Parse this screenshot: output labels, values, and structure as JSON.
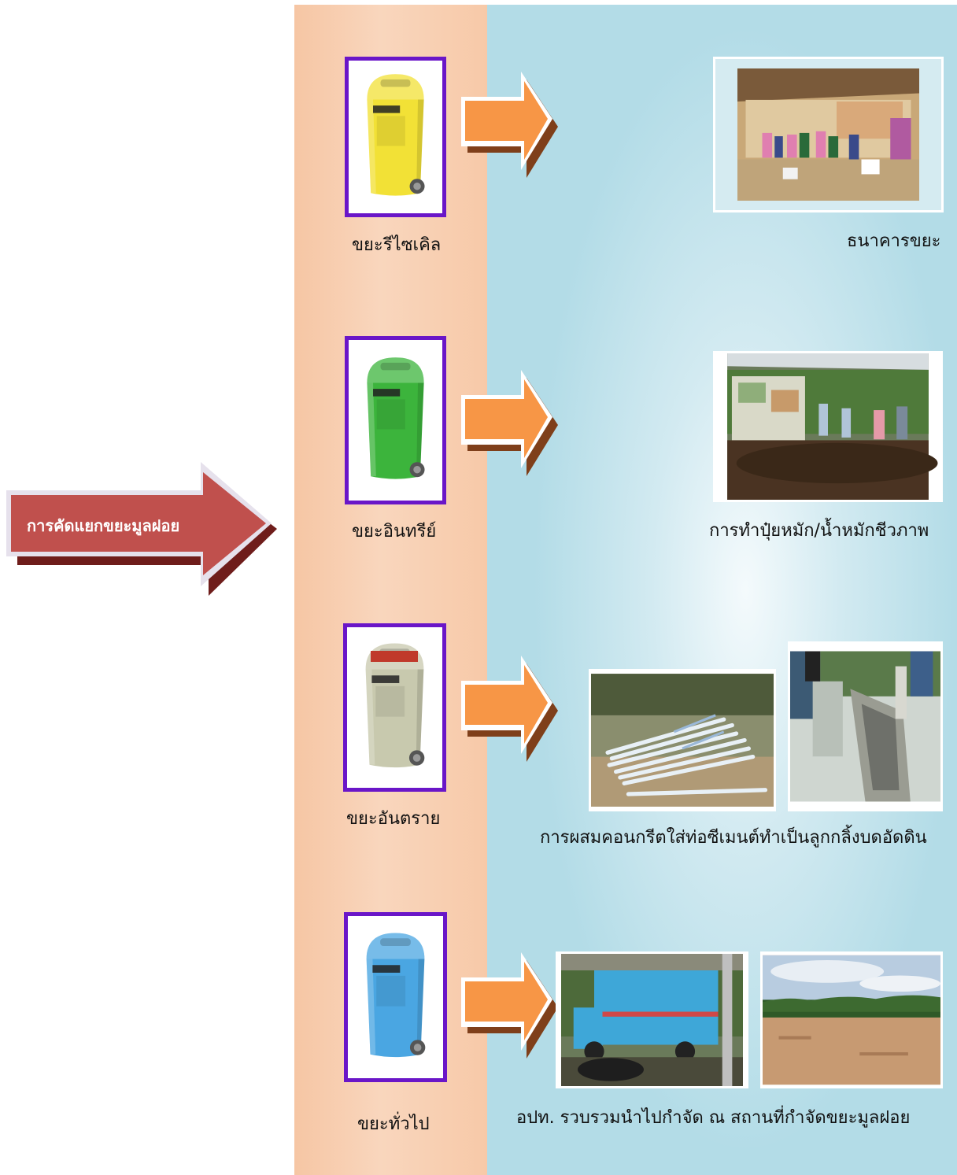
{
  "main_process": {
    "label": "การคัดแยกขยะมูลฝอย",
    "arrow_color": "#c0504d"
  },
  "colors": {
    "bin_frame": "#6a16c8",
    "small_arrow": "#f79646",
    "left_column": "#f8d2b6",
    "right_column": "#b7dde8"
  },
  "rows": [
    {
      "bin_label": "ขยะรีไซเคิล",
      "bin_color": "#f2e136",
      "bin_icon": "recycle-icon",
      "result_label": "ธนาคารขยะ"
    },
    {
      "bin_label": "ขยะอินทรีย์",
      "bin_color": "#3cb43c",
      "bin_icon": "leaf-icon",
      "result_label": "การทำปุ๋ยหมัก/น้ำหมักชีวภาพ"
    },
    {
      "bin_label": "ขยะอันตราย",
      "bin_color": "#c8c9ae",
      "bin_icon": "skull-icon",
      "result_label": "การผสมคอนกรีตใส่ท่อซีเมนต์ทำเป็นลูกกลิ้งบดอัดดิน"
    },
    {
      "bin_label": "ขยะทั่วไป",
      "bin_color": "#4aa6e2",
      "bin_icon": "trash-person-icon",
      "result_label": "อปท. รวบรวมนำไปกำจัด ณ สถานที่กำจัดขยะมูลฝอย"
    }
  ]
}
